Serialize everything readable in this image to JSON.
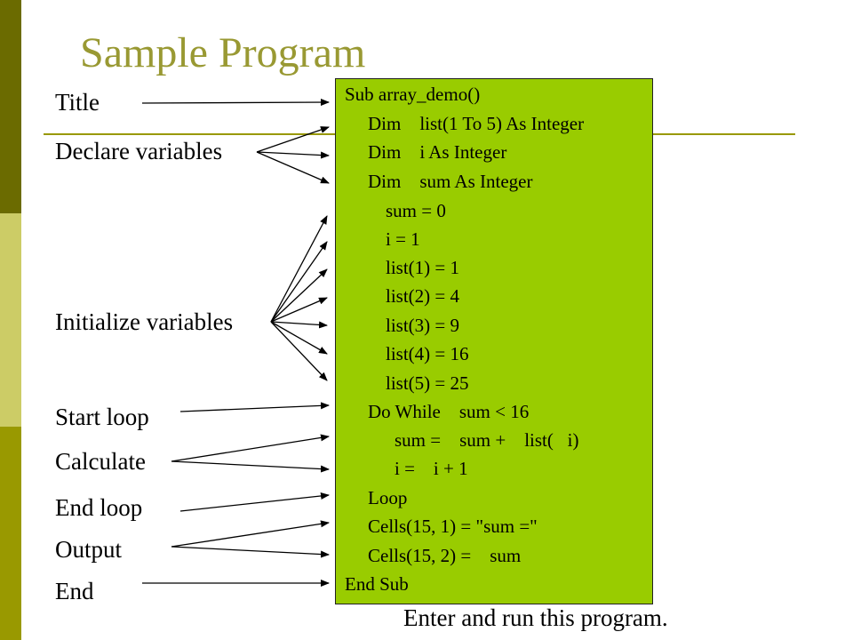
{
  "slide": {
    "title": "Sample Program",
    "labels": [
      "Title",
      "Declare variables",
      "Initialize variables",
      "Start loop",
      "Calculate",
      "End loop",
      "Output",
      "End"
    ],
    "code_lines": [
      "Sub array_demo()",
      "Dim    list(1 To 5) As Integer",
      "Dim    i As Integer",
      "Dim    sum As Integer",
      "sum = 0",
      "i = 1",
      "list(1) = 1",
      "list(2) = 4",
      "list(3) = 9",
      "list(4) = 16",
      "list(5) = 25",
      "Do While    sum < 16",
      "sum =    sum +    list(   i)",
      "i =    i + 1",
      "Loop",
      "Cells(15, 1) = \"sum =\"",
      "Cells(15, 2) =    sum",
      "End Sub"
    ],
    "footer_note": "Enter and run this program."
  },
  "colors": {
    "title": "#999933",
    "code_background": "#99cc00",
    "rule": "#999900",
    "sidebar": [
      "#6b6b00",
      "#cccc66",
      "#999900"
    ]
  }
}
